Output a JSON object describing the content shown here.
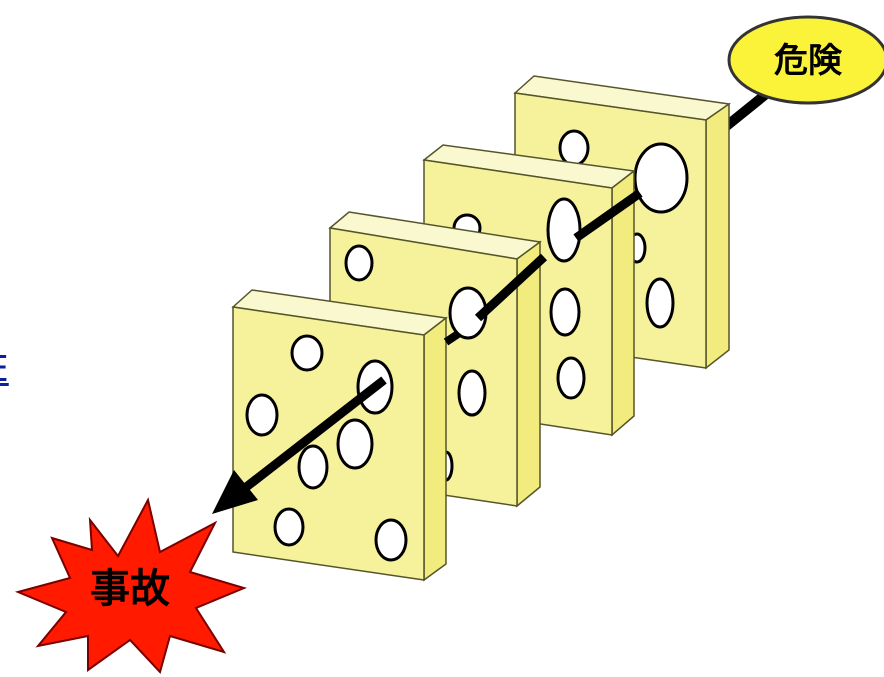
{
  "colors": {
    "slice_front": "#f6f29c",
    "slice_top": "#faf8cf",
    "slice_side": "#f2ec7e",
    "outline": "#55552a",
    "hole": "#ffffff",
    "arrow": "#000000",
    "hazard_fill": "#fbf33a",
    "accident_fill": "#ff1a00",
    "link": "#0b1fa0"
  },
  "labels": {
    "hazard": "危険",
    "accident": "事故"
  },
  "edge_link": {
    "text": "E"
  },
  "diagram": {
    "type": "swiss-cheese-model",
    "slice_count": 4,
    "arrow_direction": "hazard-to-accident"
  }
}
